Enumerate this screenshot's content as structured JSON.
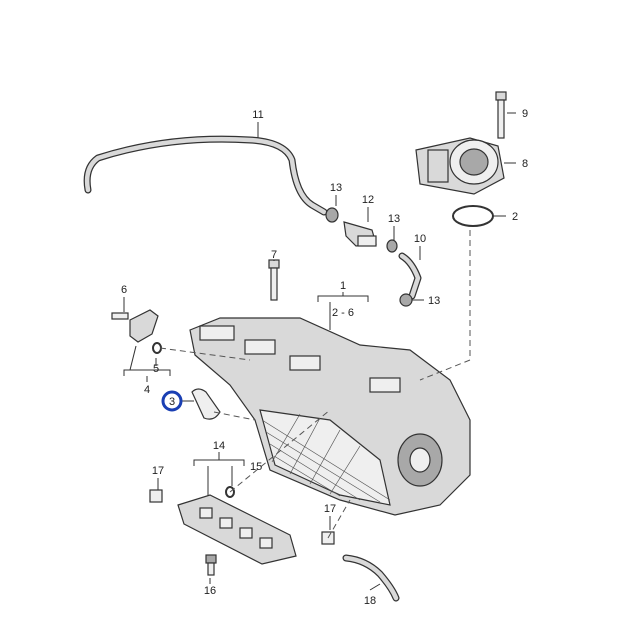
{
  "callouts": {
    "c1": "1",
    "c1_range": "2 - 6",
    "c2": "2",
    "c3": "3",
    "c4": "4",
    "c5": "5",
    "c6": "6",
    "c7": "7",
    "c8": "8",
    "c9": "9",
    "c10": "10",
    "c11": "11",
    "c12": "12",
    "c13a": "13",
    "c13b": "13",
    "c13c": "13",
    "c14": "14",
    "c15": "15",
    "c16": "16",
    "c17a": "17",
    "c17b": "17",
    "c18": "18"
  },
  "colors": {
    "highlight": "#1a3fb3",
    "line": "#333333",
    "part_fill": "#d9d9d9"
  }
}
